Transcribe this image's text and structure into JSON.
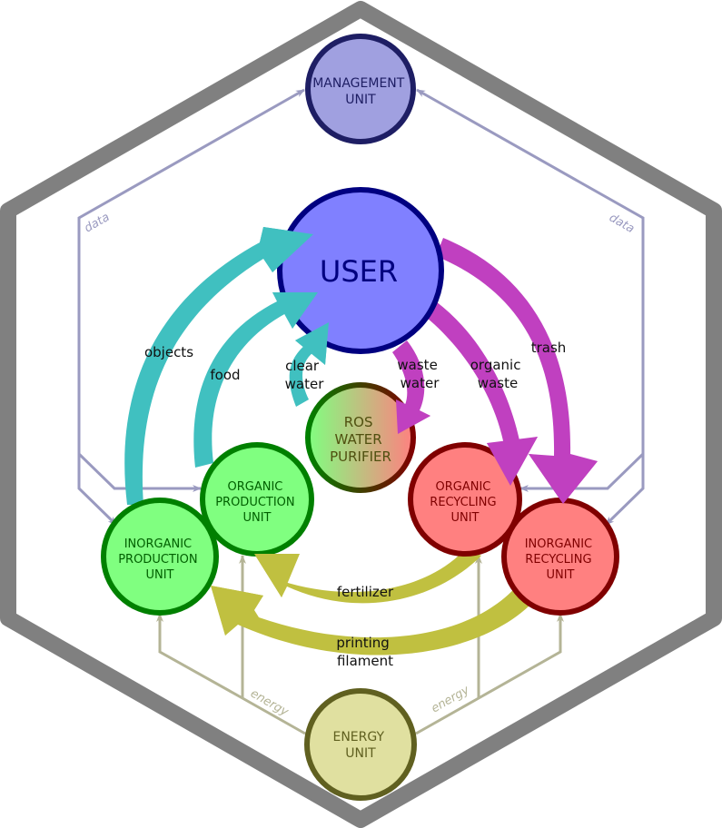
{
  "colors": {
    "hexagon": "#808080",
    "data_link": "#9a9ac0",
    "energy_link": "#b4b496",
    "supply_flow": "#40c0c0",
    "waste_flow": "#c040c0",
    "recycle_flow": "#c0c040",
    "flow_text": "#111111"
  },
  "nodes": {
    "management": {
      "lines": [
        "MANAGEMENT",
        "UNIT"
      ],
      "fill": "#a0a0e0",
      "stroke": "#1e1e64",
      "text": "#1e1e64"
    },
    "user": {
      "lines": [
        "USER"
      ],
      "fill": "#8080ff",
      "stroke": "#000080",
      "text": "#000080"
    },
    "ros": {
      "lines": [
        "ROS",
        "WATER",
        "PURIFIER"
      ],
      "fill_from": "#80ff80",
      "fill_to": "#ff8080",
      "stroke_from": "#008000",
      "stroke_to": "#800000",
      "text": "#505010"
    },
    "organic_production": {
      "lines": [
        "ORGANIC",
        "PRODUCTION",
        "UNIT"
      ],
      "fill": "#80ff80",
      "stroke": "#008000",
      "text": "#006000"
    },
    "inorganic_production": {
      "lines": [
        "INORGANIC",
        "PRODUCTION",
        "UNIT"
      ],
      "fill": "#80ff80",
      "stroke": "#008000",
      "text": "#006000"
    },
    "organic_recycling": {
      "lines": [
        "ORGANIC",
        "RECYCLING",
        "UNIT"
      ],
      "fill": "#ff8080",
      "stroke": "#800000",
      "text": "#800000"
    },
    "inorganic_recycling": {
      "lines": [
        "INORGANIC",
        "RECYCLING",
        "UNIT"
      ],
      "fill": "#ff8080",
      "stroke": "#800000",
      "text": "#800000"
    },
    "energy": {
      "lines": [
        "ENERGY",
        "UNIT"
      ],
      "fill": "#e0e0a0",
      "stroke": "#606020",
      "text": "#606020"
    }
  },
  "flows": {
    "objects": "objects",
    "food": "food",
    "clear_water": [
      "clear",
      "water"
    ],
    "waste_water": [
      "waste",
      "water"
    ],
    "organic_waste": [
      "organic",
      "waste"
    ],
    "trash": "trash",
    "fertilizer": "fertilizer",
    "printing_filament": [
      "printing",
      "filament"
    ]
  },
  "links": {
    "data_left": "data",
    "data_right": "data",
    "energy_left": "energy",
    "energy_right": "energy"
  }
}
